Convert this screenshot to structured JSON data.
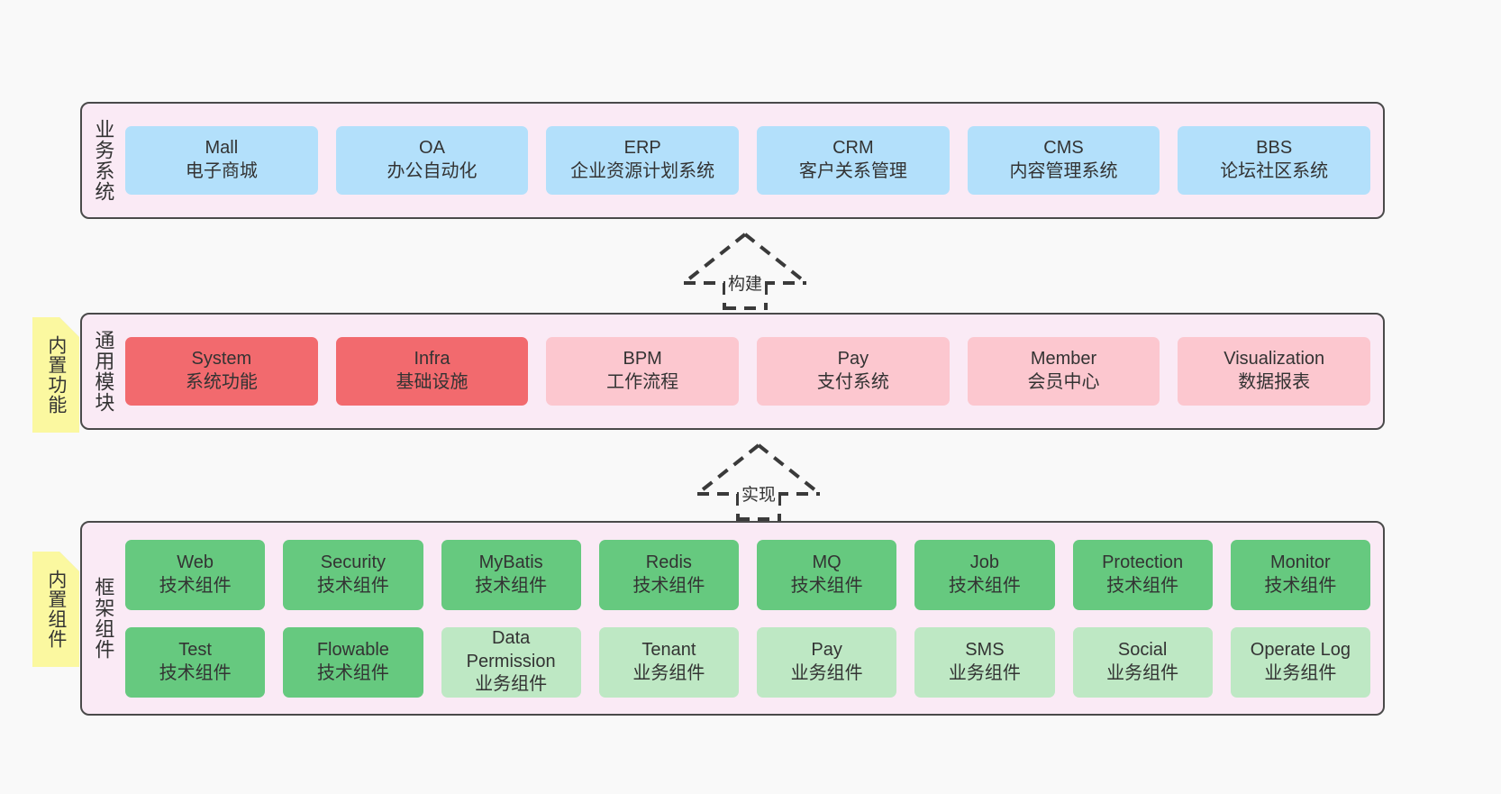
{
  "diagram": {
    "title": "",
    "colors": {
      "canvas": "#f9f9f9",
      "layer_fill": "#faeaf5",
      "layer_border": "#4a4a4a",
      "business": "#b3e0fb",
      "module_core": "#f26a6e",
      "module_plain": "#fcc7cf",
      "component_tech": "#66c97f",
      "component_biz": "#bee8c4",
      "note_fill": "#fbf8a0",
      "note_fold": "#cfcfcf"
    }
  },
  "layers": [
    {
      "id": "business-system",
      "title": "业务系统",
      "note": null,
      "rows": [
        {
          "cells": [
            {
              "en": "Mall",
              "cn": "电子商城",
              "style": "c-blue"
            },
            {
              "en": "OA",
              "cn": "办公自动化",
              "style": "c-blue"
            },
            {
              "en": "ERP",
              "cn": "企业资源计划系统",
              "style": "c-blue"
            },
            {
              "en": "CRM",
              "cn": "客户关系管理",
              "style": "c-blue"
            },
            {
              "en": "CMS",
              "cn": "内容管理系统",
              "style": "c-blue"
            },
            {
              "en": "BBS",
              "cn": "论坛社区系统",
              "style": "c-blue"
            }
          ]
        }
      ]
    },
    {
      "id": "common-module",
      "title": "通用模块",
      "note": "内置功能",
      "rows": [
        {
          "cells": [
            {
              "en": "System",
              "cn": "系统功能",
              "style": "c-red"
            },
            {
              "en": "Infra",
              "cn": "基础设施",
              "style": "c-red"
            },
            {
              "en": "BPM",
              "cn": "工作流程",
              "style": "c-pink"
            },
            {
              "en": "Pay",
              "cn": "支付系统",
              "style": "c-pink"
            },
            {
              "en": "Member",
              "cn": "会员中心",
              "style": "c-pink"
            },
            {
              "en": "Visualization",
              "cn": "数据报表",
              "style": "c-pink"
            }
          ]
        }
      ]
    },
    {
      "id": "framework-component",
      "title": "框架组件",
      "note": "内置组件",
      "rows": [
        {
          "cells": [
            {
              "en": "Web",
              "cn": "技术组件",
              "style": "c-green"
            },
            {
              "en": "Security",
              "cn": "技术组件",
              "style": "c-green"
            },
            {
              "en": "MyBatis",
              "cn": "技术组件",
              "style": "c-green"
            },
            {
              "en": "Redis",
              "cn": "技术组件",
              "style": "c-green"
            },
            {
              "en": "MQ",
              "cn": "技术组件",
              "style": "c-green"
            },
            {
              "en": "Job",
              "cn": "技术组件",
              "style": "c-green"
            },
            {
              "en": "Protection",
              "cn": "技术组件",
              "style": "c-green"
            },
            {
              "en": "Monitor",
              "cn": "技术组件",
              "style": "c-green"
            }
          ]
        },
        {
          "cells": [
            {
              "en": "Test",
              "cn": "技术组件",
              "style": "c-green"
            },
            {
              "en": "Flowable",
              "cn": "技术组件",
              "style": "c-green"
            },
            {
              "en": "Data Permission",
              "cn": "业务组件",
              "style": "c-lightgreen"
            },
            {
              "en": "Tenant",
              "cn": "业务组件",
              "style": "c-lightgreen"
            },
            {
              "en": "Pay",
              "cn": "业务组件",
              "style": "c-lightgreen"
            },
            {
              "en": "SMS",
              "cn": "业务组件",
              "style": "c-lightgreen"
            },
            {
              "en": "Social",
              "cn": "业务组件",
              "style": "c-lightgreen"
            },
            {
              "en": "Operate Log",
              "cn": "业务组件",
              "style": "c-lightgreen"
            }
          ]
        }
      ]
    }
  ],
  "connectors": [
    {
      "id": "build",
      "label": "构建",
      "from": "common-module",
      "to": "business-system",
      "line": "dashed",
      "arrow": "hollow-triangle"
    },
    {
      "id": "implement",
      "label": "实现",
      "from": "framework-component",
      "to": "common-module",
      "line": "dashed",
      "arrow": "hollow-triangle"
    }
  ]
}
